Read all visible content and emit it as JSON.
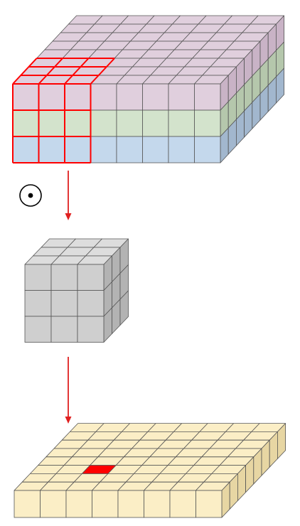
{
  "colors": {
    "input_top": "#e0cfdd",
    "input_layer_1": "#e0cfdd",
    "input_layer_2": "#d3e3cc",
    "input_layer_3": "#c4d8ec",
    "input_side_1": "#c9b3c6",
    "input_side_2": "#b5c7ac",
    "input_side_3": "#a2b7ce",
    "kernel_face": "#cfcfcf",
    "kernel_top": "#dddddd",
    "kernel_side": "#b3b3b3",
    "output_face": "#fbeec6",
    "output_side": "#e7d6a3",
    "outline": "#555555",
    "highlight": "#ff0000",
    "arrow": "#e02020"
  },
  "icons": {
    "operator": "circle-dot-icon",
    "arrow": "arrow-down-icon"
  },
  "structure": {
    "input_cols": 8,
    "input_rows": 3,
    "input_depth": 8,
    "kernel_cols": 3,
    "kernel_rows": 3,
    "kernel_depth": 3,
    "output_cols": 8,
    "output_rows": 1,
    "output_depth": 8,
    "highlight_window": [
      3,
      3,
      3
    ],
    "output_highlight_cell": [
      2,
      3
    ]
  }
}
